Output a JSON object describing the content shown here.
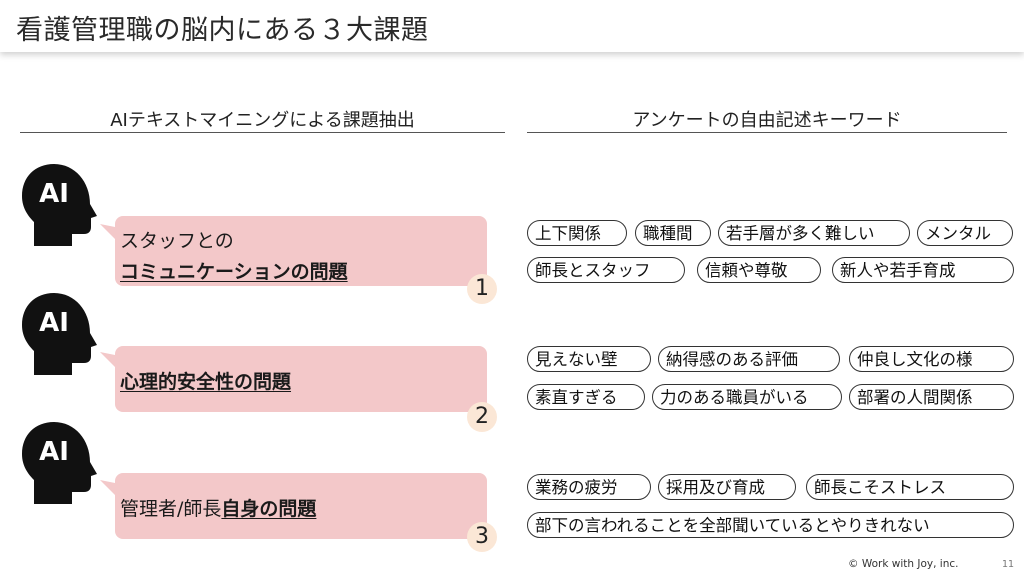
{
  "title": "看護管理職の脳内にある３大課題",
  "left_heading": "AIテキストマイニングによる課題抽出",
  "right_heading": "アンケートの自由記述キーワード",
  "ai_label": "AI",
  "issues": [
    {
      "line1": "スタッフとの",
      "line2": "コミュニケーションの問題",
      "number": "1"
    },
    {
      "line1": "心理的安全性の問題",
      "number": "2"
    },
    {
      "prefix": "管理者/師長",
      "emphasis": "自身の問題",
      "number": "3"
    }
  ],
  "keywords": [
    [
      "上下関係",
      "職種間",
      "若手層が多く難しい",
      "メンタル",
      "師長とスタッフ",
      "信頼や尊敬",
      "新人や若手育成"
    ],
    [
      "見えない壁",
      "納得感のある評価",
      "仲良し文化の様",
      "素直すぎる",
      "力のある職員がいる",
      "部署の人間関係"
    ],
    [
      "業務の疲労",
      "採用及び育成",
      "師長こそストレス",
      "部下の言われることを全部聞いているとやりきれない"
    ]
  ],
  "footer": "© Work with Joy, inc.",
  "page_number": "11",
  "colors": {
    "bubble": "#f3c8c9",
    "number_circle": "#fbe7d6",
    "head": "#111111"
  }
}
